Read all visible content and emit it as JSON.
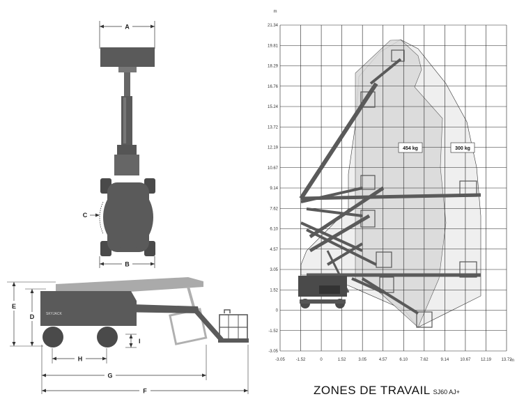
{
  "dimensions": {
    "labels": [
      "A",
      "B",
      "C",
      "D",
      "E",
      "F",
      "G",
      "H",
      "I"
    ]
  },
  "brand": {
    "machine_logo": "SKYJACK"
  },
  "chart": {
    "y_unit": "m",
    "x_unit": "m",
    "y_ticks": [
      "21.34",
      "19.81",
      "18.29",
      "16.76",
      "15.24",
      "13.72",
      "12.19",
      "10.67",
      "9.14",
      "7.62",
      "6.10",
      "4.57",
      "3.05",
      "1.52",
      "0",
      "-1.52",
      "-3.05"
    ],
    "x_ticks": [
      "-3.05",
      "-1.52",
      "0",
      "1.52",
      "3.05",
      "4.57",
      "6.10",
      "7.62",
      "9.14",
      "10.67",
      "12.19",
      "13.72"
    ],
    "zones": [
      {
        "label": "454 kg",
        "fill": "#d9d9d9"
      },
      {
        "label": "300 kg",
        "fill": "#efefef"
      }
    ]
  },
  "footer": {
    "title": "ZONES DE TRAVAIL",
    "model": "SJ60 AJ+"
  },
  "colors": {
    "machine": "#5a5a5a",
    "boom_light": "#aaaaaa",
    "zone_454": "#d9d9d9",
    "zone_300": "#efefef",
    "grid": "#222222"
  }
}
